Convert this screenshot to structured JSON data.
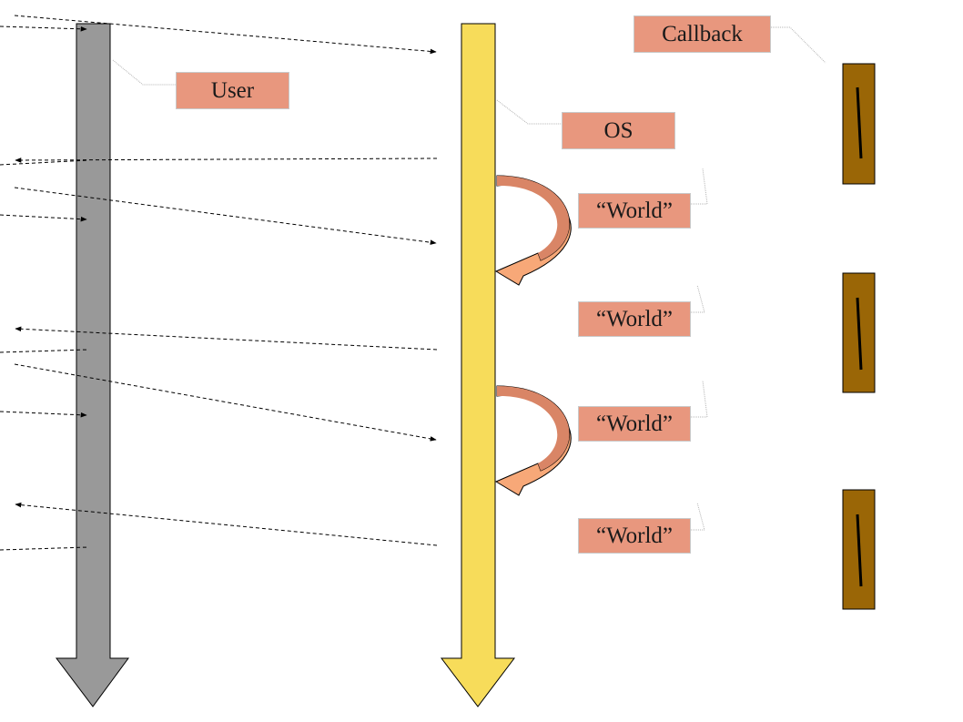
{
  "labels": {
    "callback": "Callback",
    "user": "User",
    "os": "OS",
    "world": [
      "“World”",
      "“World”",
      "“World”",
      "“World”"
    ]
  },
  "colors": {
    "label_fill": "#e8977e",
    "user_timeline": "#999999",
    "os_timeline": "#f7dc5a",
    "callback_block": "#9a6606",
    "curved_arrow_top": "#d98566",
    "curved_arrow_bottom": "#f7a878"
  },
  "callback_blocks_count": 3
}
